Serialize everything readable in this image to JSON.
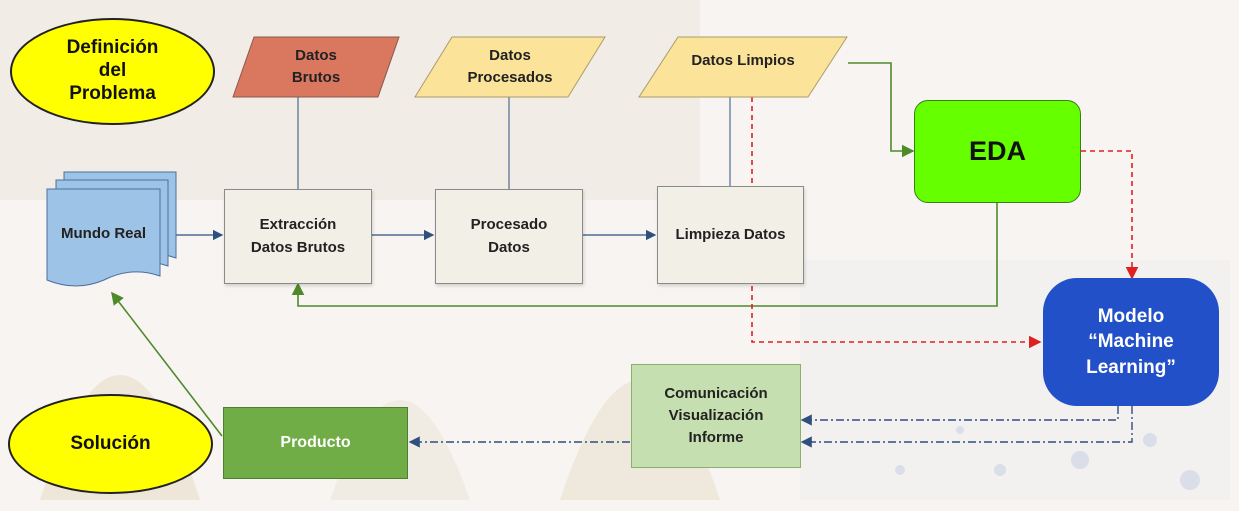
{
  "nodes": {
    "definicion": {
      "line1": "Definición",
      "line2": "del",
      "line3": "Problema"
    },
    "solucion": "Solución",
    "datos_brutos": {
      "line1": "Datos",
      "line2": "Brutos"
    },
    "datos_procesados": {
      "line1": "Datos",
      "line2": "Procesados"
    },
    "datos_limpios": "Datos Limpios",
    "mundo_real": "Mundo Real",
    "extraccion": {
      "line1": "Extracción",
      "line2": "Datos Brutos"
    },
    "procesado": {
      "line1": "Procesado",
      "line2": "Datos"
    },
    "limpieza": "Limpieza Datos",
    "eda": "EDA",
    "modelo": {
      "line1": "Modelo",
      "line2": "“Machine",
      "line3": "Learning”"
    },
    "comunicacion": {
      "line1": "Comunicación",
      "line2": "Visualización",
      "line3": "Informe"
    },
    "producto": "Producto"
  },
  "colors": {
    "ellipse_fill": "#ffff00",
    "datos_brutos_fill": "#d9775f",
    "data_parallelogram_fill": "#fce39a",
    "process_box_fill": "#f2efe6",
    "eda_fill": "#66ff00",
    "modelo_fill": "#2250c8",
    "comunicacion_fill": "#c6dfb0",
    "producto_fill": "#70ad47",
    "documents_fill": "#9dc3e6",
    "arrow_blue": "#2f4f7f",
    "arrow_green": "#4e8a2a",
    "arrow_red": "#e02020"
  }
}
